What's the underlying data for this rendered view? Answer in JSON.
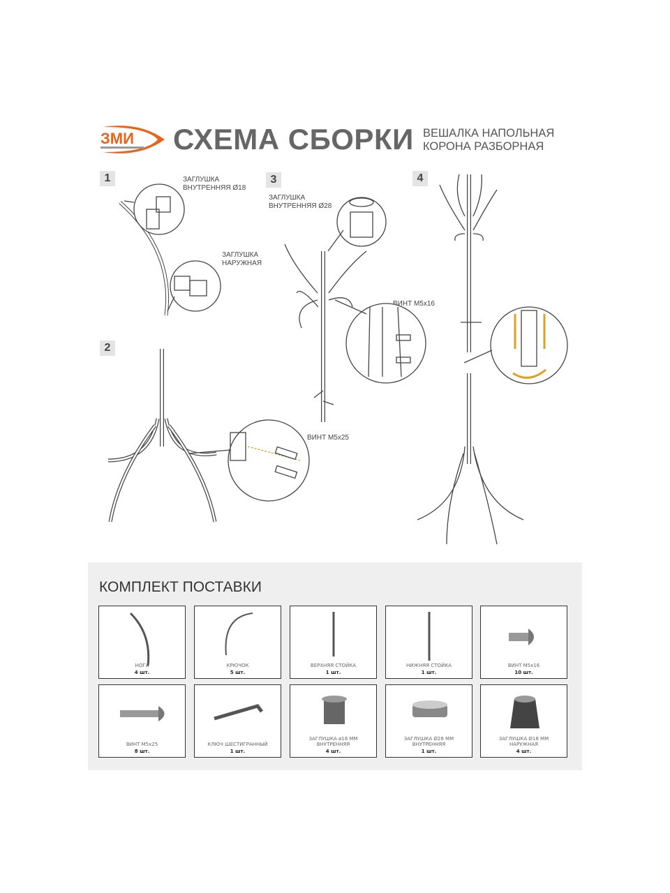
{
  "header": {
    "logo_text": "ЗМИ",
    "title": "СХЕМА СБОРКИ",
    "subtitle_line1": "ВЕШАЛКА НАПОЛЬНАЯ",
    "subtitle_line2": "КОРОНА РАЗБОРНАЯ"
  },
  "colors": {
    "accent": "#e8641c",
    "arrow": "#e0a020",
    "text": "#555555"
  },
  "steps": [
    {
      "number": "1",
      "notes": [
        {
          "line1": "ЗАГЛУШКА",
          "line2": "ВНУТРЕННЯЯ Ø18"
        },
        {
          "line1": "ЗАГЛУШКА",
          "line2": "НАРУЖНАЯ"
        }
      ]
    },
    {
      "number": "2",
      "notes": [
        {
          "line1": "ВИНТ М5х25"
        }
      ]
    },
    {
      "number": "3",
      "notes": [
        {
          "line1": "ЗАГЛУШКА",
          "line2": "ВНУТРЕННЯЯ Ø28"
        },
        {
          "line1": "ВИНТ М5х16"
        }
      ]
    },
    {
      "number": "4"
    }
  ],
  "kit": {
    "title": "КОМПЛЕКТ ПОСТАВКИ",
    "items": [
      {
        "name": "НОГА",
        "qty": "4 шт."
      },
      {
        "name": "КРЮЧОК",
        "qty": "5 шт."
      },
      {
        "name": "ВЕРХНЯЯ СТОЙКА",
        "qty": "1 шт."
      },
      {
        "name": "НИЖНЯЯ СТОЙКА",
        "qty": "1 шт."
      },
      {
        "name": "ВИНТ М5х16",
        "qty": "10 шт."
      },
      {
        "name": "ВИНТ М5х25",
        "qty": "8 шт."
      },
      {
        "name": "КЛЮЧ ШЕСТИГРАННЫЙ",
        "qty": "1 шт."
      },
      {
        "name": "ЗАГЛУШКА ø18 ММ",
        "name2": "ВНУТРЕННЯЯ",
        "qty": "4 шт."
      },
      {
        "name": "ЗАГЛУШКА Ø28 ММ",
        "name2": "ВНУТРЕННЯЯ",
        "qty": "1 шт."
      },
      {
        "name": "ЗАГЛУШКА Ø18 ММ",
        "name2": "НАРУЖНАЯ",
        "qty": "4 шт."
      }
    ]
  }
}
